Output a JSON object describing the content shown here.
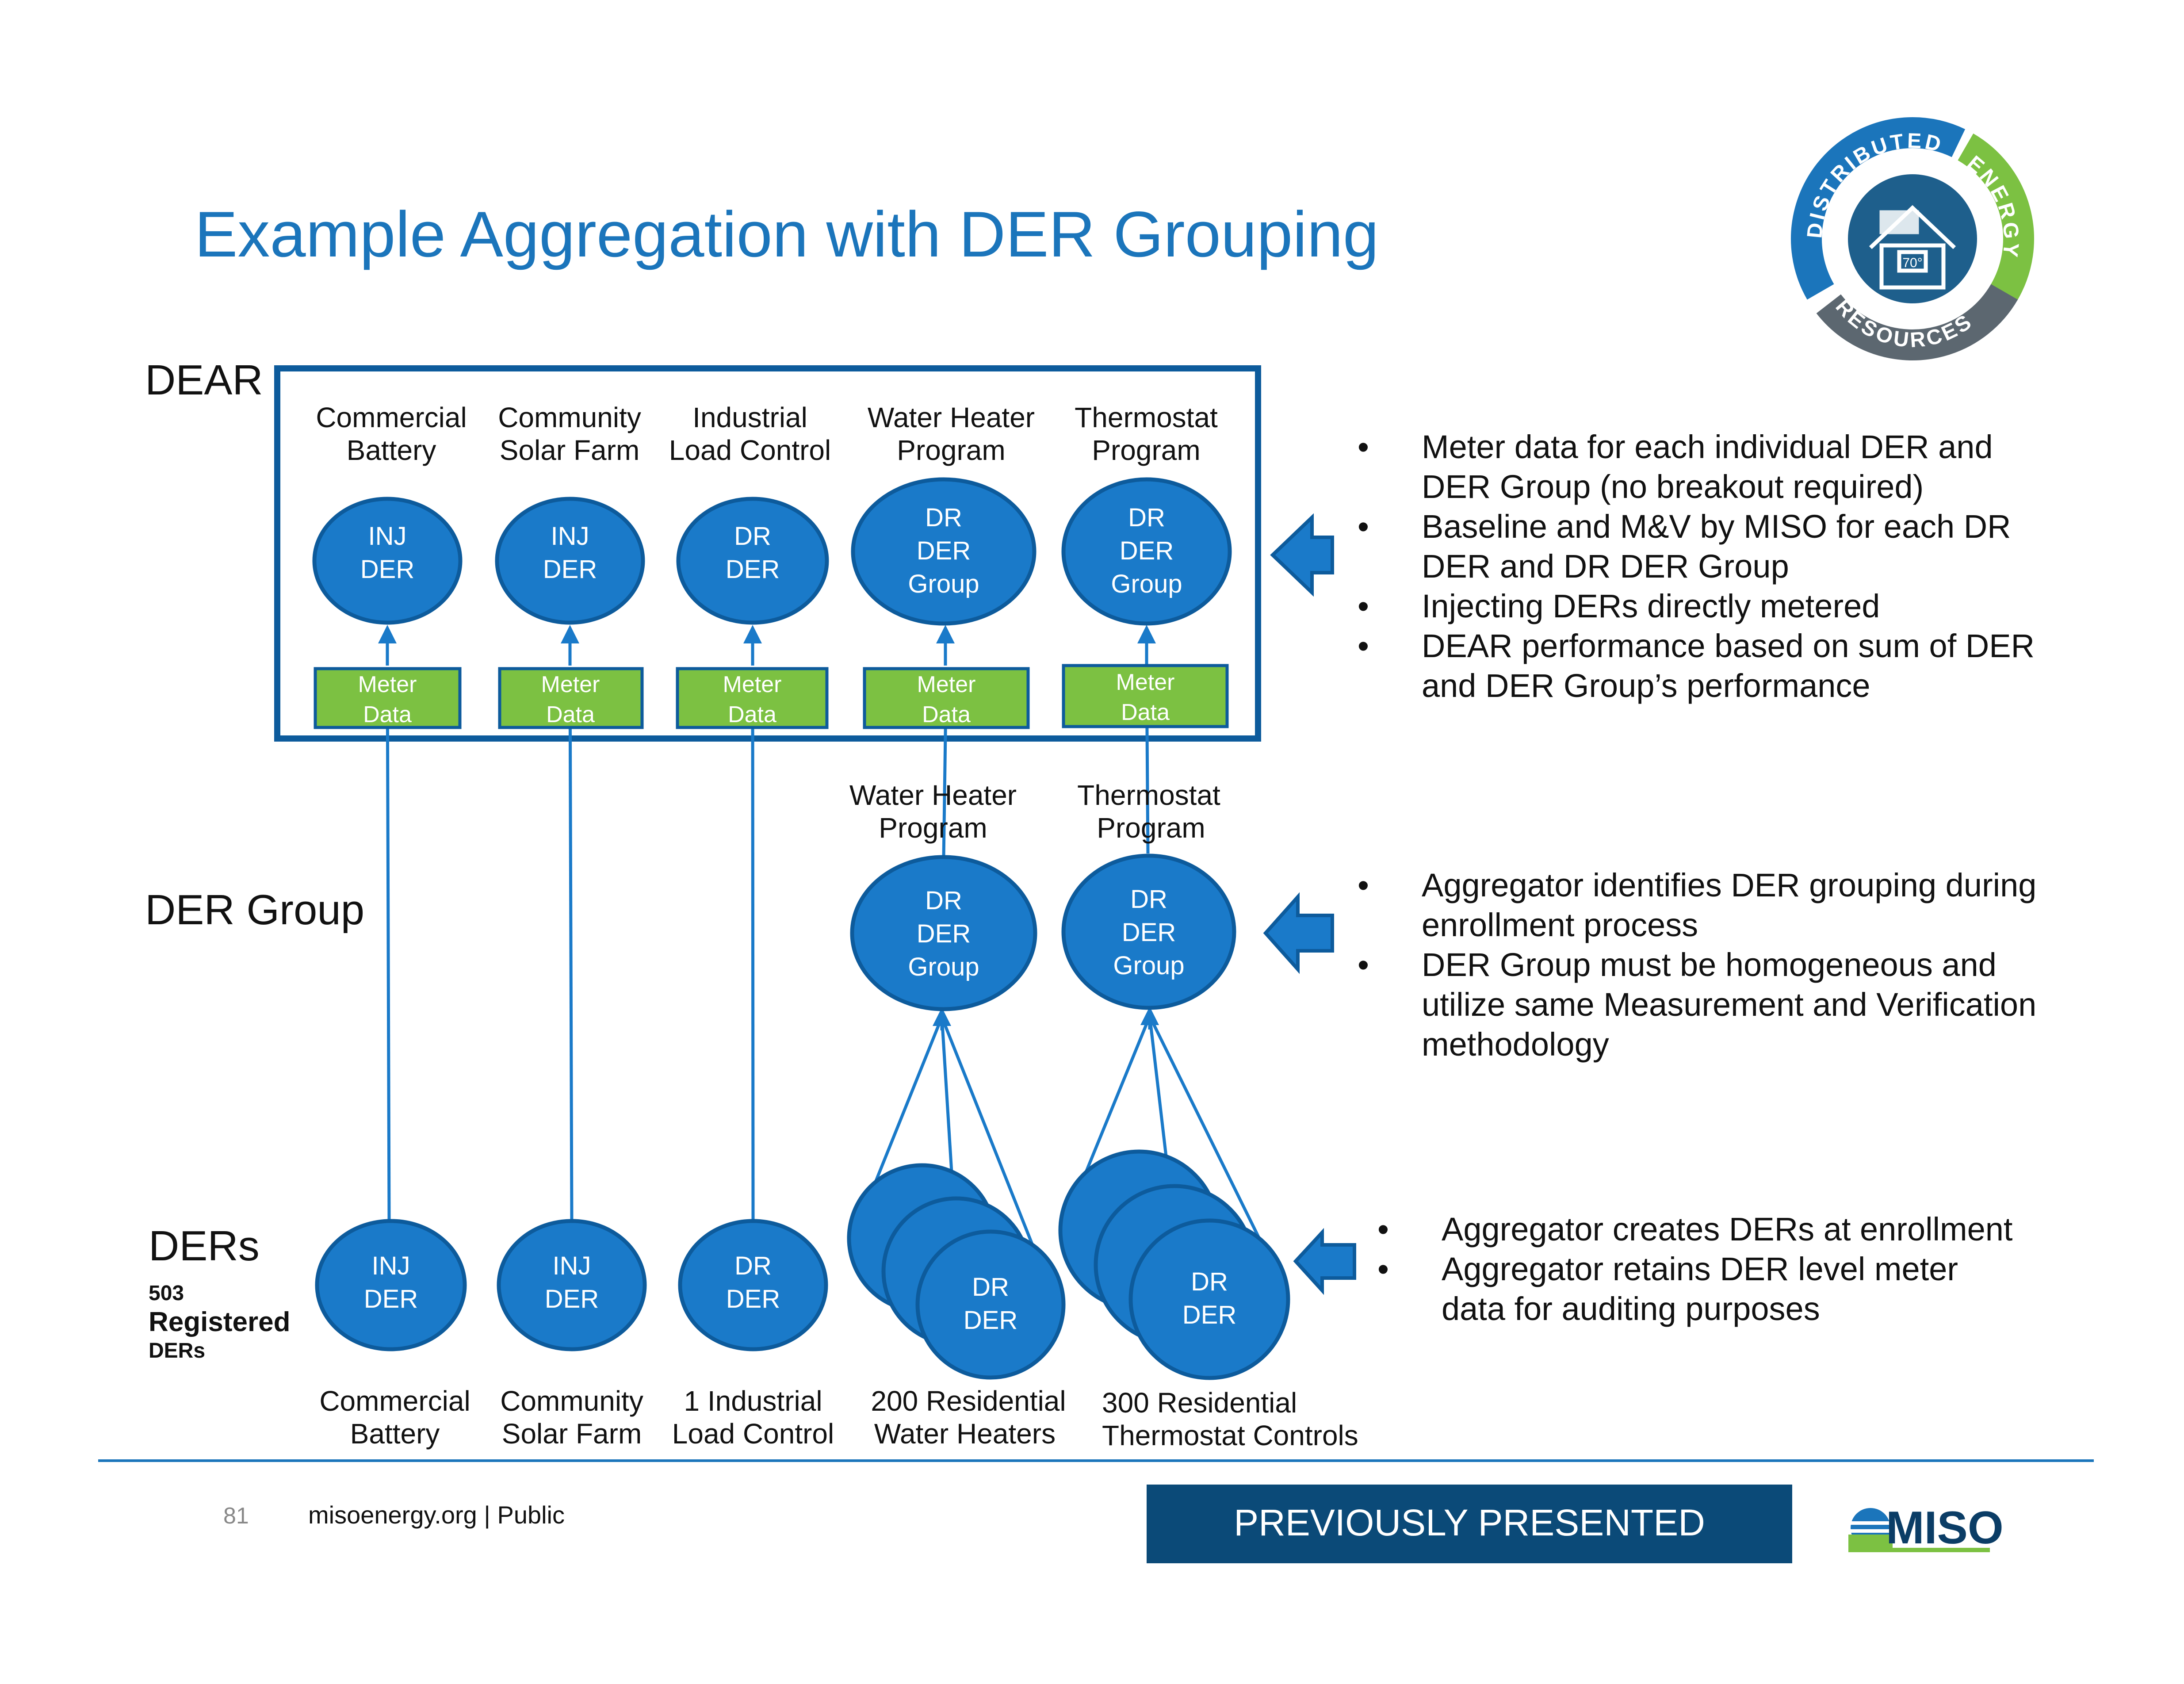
{
  "title": "Example Aggregation with DER Grouping",
  "colors": {
    "title": "#1b75bb",
    "circle_fill": "#1a7ac9",
    "circle_stroke": "#0d5b9c",
    "meter_fill": "#7cc142",
    "meter_stroke": "#0d5b9c",
    "banner": "#0b4a78",
    "rule": "#1b75bb",
    "arrow": "#1a7ac9"
  },
  "levels": {
    "dear": "DEAR",
    "group": "DER Group",
    "ders": "DERs",
    "ders_count": "503",
    "ders_sub1": "Registered",
    "ders_sub2": "DERs"
  },
  "dear_row": {
    "titles": [
      [
        "Commercial",
        "Battery"
      ],
      [
        "Community",
        "Solar Farm"
      ],
      [
        "Industrial",
        "Load Control"
      ],
      [
        "Water Heater",
        "Program"
      ],
      [
        "Thermostat",
        "Program"
      ]
    ],
    "circles": [
      [
        "INJ",
        "DER"
      ],
      [
        "INJ",
        "DER"
      ],
      [
        "DR",
        "DER"
      ],
      [
        "DR",
        "DER",
        "Group"
      ],
      [
        "DR",
        "DER",
        "Group"
      ]
    ],
    "meter": [
      "Meter",
      "Data"
    ]
  },
  "group_row": {
    "titles": [
      [
        "Water Heater",
        "Program"
      ],
      [
        "Thermostat",
        "Program"
      ]
    ],
    "circles": [
      [
        "DR",
        "DER",
        "Group"
      ],
      [
        "DR",
        "DER",
        "Group"
      ]
    ]
  },
  "ders_row": {
    "circles": [
      [
        "INJ",
        "DER"
      ],
      [
        "INJ",
        "DER"
      ],
      [
        "DR",
        "DER"
      ],
      [
        "DR",
        "DER"
      ],
      [
        "DR",
        "DER"
      ]
    ],
    "captions": [
      [
        "Commercial",
        "Battery"
      ],
      [
        "Community",
        "Solar Farm"
      ],
      [
        "1 Industrial",
        "Load Control"
      ],
      [
        "200 Residential",
        "Water Heaters"
      ],
      [
        "300 Residential",
        "Thermostat Controls"
      ]
    ]
  },
  "bullets_dear": [
    [
      "Meter data for each individual DER and",
      "DER Group (no breakout required)"
    ],
    [
      "Baseline and M&V by MISO for each DR",
      "DER and DR DER Group"
    ],
    [
      "Injecting DERs directly metered"
    ],
    [
      "DEAR performance based on sum of DER",
      "and DER Group’s performance"
    ]
  ],
  "bullets_group": [
    [
      "Aggregator identifies DER grouping during",
      "enrollment process"
    ],
    [
      "DER Group must be homogeneous and",
      "utilize same Measurement and Verification",
      "methodology"
    ]
  ],
  "bullets_ders": [
    [
      "Aggregator creates DERs at enrollment"
    ],
    [
      "Aggregator retains DER level meter",
      "data for auditing purposes"
    ]
  ],
  "bullet_char": "•",
  "logo": {
    "top": "DISTRIBUTED",
    "right": "ENERGY",
    "bottom": "RESOURCES",
    "thermo": "70°"
  },
  "footer": {
    "page": "81",
    "site": "misoenergy.org | Public",
    "banner": "PREVIOUSLY PRESENTED",
    "brand": "MISO"
  }
}
